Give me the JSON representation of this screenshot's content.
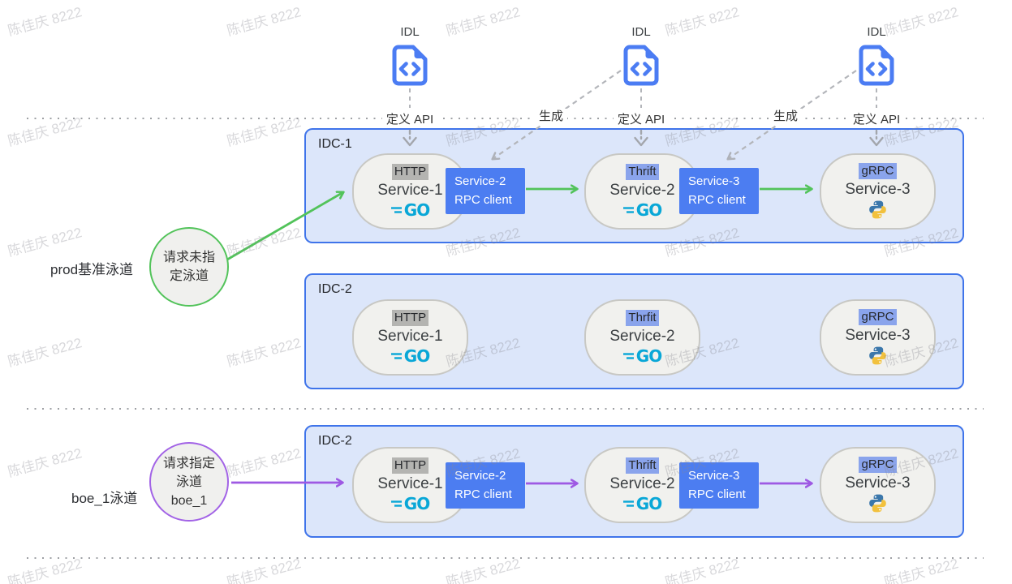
{
  "watermark": "陈佳庆 8222",
  "idl": {
    "label": "IDL",
    "define_api": "定义 API",
    "generate": "生成"
  },
  "logos": {
    "go": "GO"
  },
  "lanes": [
    {
      "label": "prod基准泳道",
      "circle_lines": [
        "请求未指",
        "定泳道"
      ]
    },
    {
      "label": "boe_1泳道",
      "circle_lines": [
        "请求指定",
        "泳道",
        "boe_1"
      ]
    }
  ],
  "groups": [
    {
      "label": "IDC-1",
      "services": [
        {
          "protocol": "HTTP",
          "name": "Service-1",
          "runtime": "go"
        },
        {
          "protocol": "Thrift",
          "name": "Service-2",
          "runtime": "go"
        },
        {
          "protocol": "gRPC",
          "name": "Service-3",
          "runtime": "python"
        }
      ],
      "rpc_clients": [
        {
          "line1": "Service-2",
          "line2": "RPC client"
        },
        {
          "line1": "Service-3",
          "line2": "RPC client"
        }
      ]
    },
    {
      "label": "IDC-2",
      "services": [
        {
          "protocol": "HTTP",
          "name": "Service-1",
          "runtime": "go"
        },
        {
          "protocol": "Thrfit",
          "name": "Service-2",
          "runtime": "go"
        },
        {
          "protocol": "gRPC",
          "name": "Service-3",
          "runtime": "python"
        }
      ]
    },
    {
      "label": "IDC-2",
      "services": [
        {
          "protocol": "HTTP",
          "name": "Service-1",
          "runtime": "go"
        },
        {
          "protocol": "Thrift",
          "name": "Service-2",
          "runtime": "go"
        },
        {
          "protocol": "gRPC",
          "name": "Service-3",
          "runtime": "python"
        }
      ],
      "rpc_clients": [
        {
          "line1": "Service-2",
          "line2": "RPC client"
        },
        {
          "line1": "Service-3",
          "line2": "RPC client"
        }
      ]
    }
  ],
  "colors": {
    "idc_fill": "#dce6fa",
    "idc_border": "#3f74ea",
    "rpc_blue": "#4c7df1",
    "green": "#52c35a",
    "purple": "#9e59e3",
    "tag_gray": "#b4b4b1",
    "tag_blue": "#8aa4ec",
    "go_cyan": "#09a7d7",
    "idl_blue": "#4b7cf3"
  }
}
